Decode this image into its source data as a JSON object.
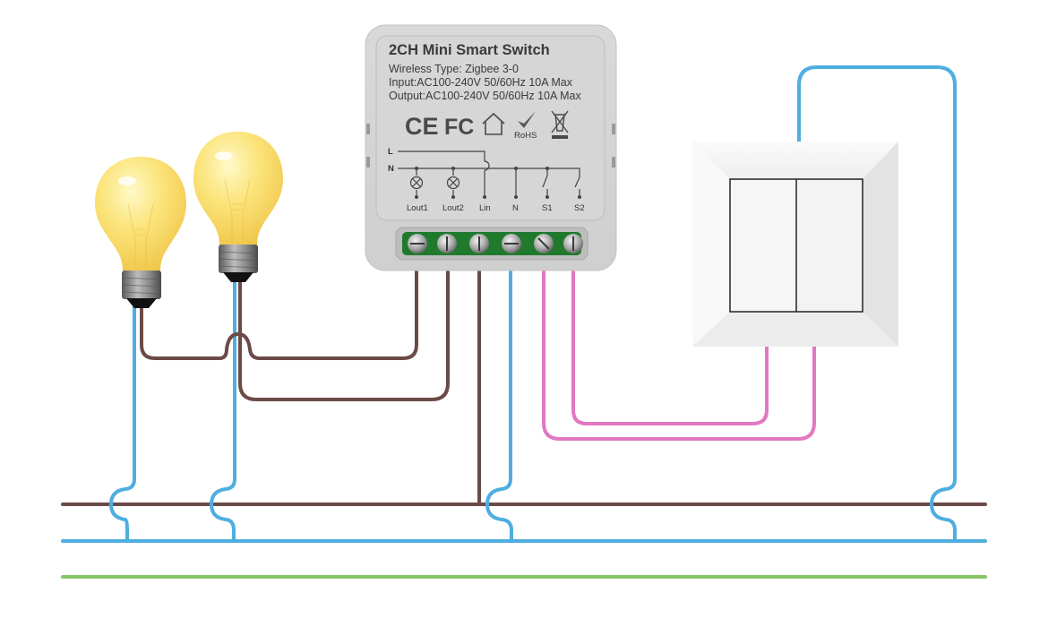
{
  "module": {
    "title": "2CH Mini Smart Switch",
    "wireless_type": "Wireless Type: Zigbee 3-0",
    "input_rating": "Input:AC100-240V 50/60Hz 10A Max",
    "output_rating": "Output:AC100-240V 50/60Hz 10A Max",
    "certifications": {
      "ce": "CE",
      "fcc": "FC",
      "rohs": "RoHS",
      "icons": [
        "ce-mark-icon",
        "fcc-mark-icon",
        "house-icon",
        "rohs-check-icon",
        "weee-bin-icon"
      ]
    },
    "schematic": {
      "line_label": "L",
      "neutral_label": "N",
      "terminals": [
        "Lout1",
        "Lout2",
        "Lin",
        "N",
        "S1",
        "S2"
      ]
    }
  },
  "components": {
    "bulb_1": "light-bulb-1",
    "bulb_2": "light-bulb-2",
    "wall_switch": "two-gang-wall-switch"
  },
  "wire_colors": {
    "live": "#6b4a48",
    "neutral": "#4eaee0",
    "earth": "#86c666",
    "switch": "#e277c2"
  }
}
